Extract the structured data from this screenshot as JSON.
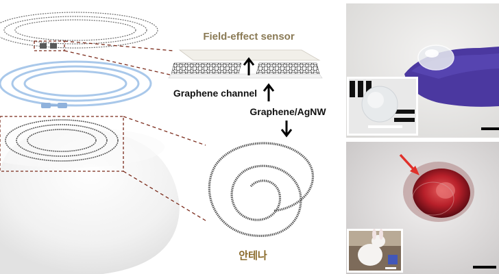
{
  "labels": {
    "field_effect_sensor": "Field-effect sensor",
    "graphene_channel": "Graphene channel",
    "graphene_agnw": "Graphene/AgNW",
    "antenna": "안테나"
  },
  "colors": {
    "sensor_title": "#8a7a55",
    "antenna_label": "#8a6a2a",
    "dashed_lines": "#7a2a1a",
    "coil_blue": "#a9c8ea",
    "arrow_red": "#e0302a",
    "background": "#ffffff"
  },
  "photos": {
    "top_photo": "contact lens on gloved fingertip",
    "top_inset": "lens on patterned electrodes",
    "bottom_photo": "rabbit eye wearing lens",
    "bottom_inset": "white rabbit"
  }
}
